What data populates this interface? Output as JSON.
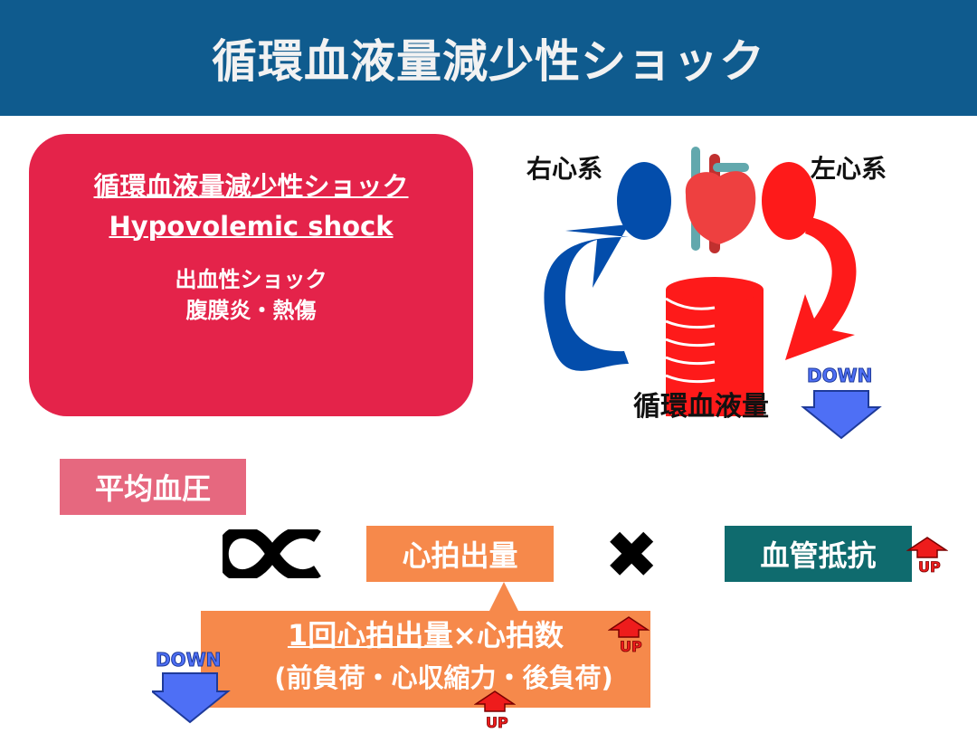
{
  "header": {
    "title": "循環血液量減少性ショック"
  },
  "definition": {
    "title_ja": "循環血液量減少性ショック",
    "title_en": "Hypovolemic shock",
    "causes": [
      "出血性ショック",
      "腹膜炎・熱傷"
    ]
  },
  "diagram": {
    "right_heart": "右心系",
    "left_heart": "左心系",
    "volume": "循環血液量",
    "down_badge": "DOWN"
  },
  "formula": {
    "mean_bp": "平均血圧",
    "proportional": "∝",
    "cardiac_output": "心拍出量",
    "times": "✖",
    "svr": "血管抵抗",
    "svr_badge": "UP",
    "detail_underlined": "1回心拍出量",
    "detail_rest": "×心拍数",
    "hr_badge": "UP",
    "factors": "(前負荷・心収縮力・後負荷)",
    "contractility_badge": "UP",
    "preload_badge": "DOWN"
  },
  "colors": {
    "header": "#0f5b8e",
    "definition": "#e4234a",
    "mean_bp": "#e6687f",
    "cardiac_output": "#f6894b",
    "svr": "#0f6b6e",
    "right": "#034dab",
    "left": "#fe1a1a",
    "down": "#4e6ff5",
    "up": "#ee1c1c"
  }
}
